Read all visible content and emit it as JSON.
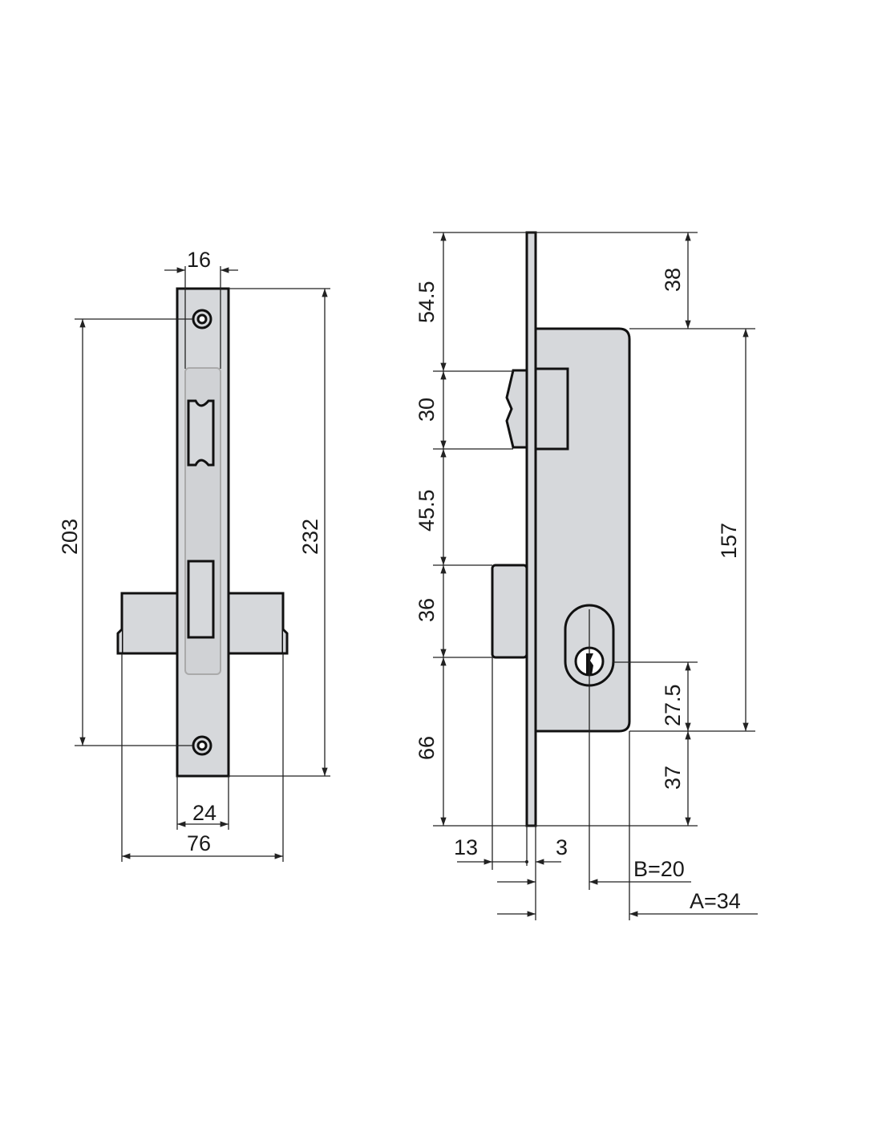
{
  "colors": {
    "body": "#d6d8db",
    "line": "#111111"
  },
  "front_view": {
    "width_top": "16",
    "hole_spacing": "203",
    "total_height": "232",
    "faceplate_width": "24",
    "overall_width": "76"
  },
  "side_view": {
    "top_to_latch": "54.5",
    "latch_height": "30",
    "latch_to_bolt": "45.5",
    "bolt_height": "36",
    "bolt_to_bottom": "66",
    "top_to_case": "38",
    "case_height": "157",
    "cylinder_to_case_bottom": "27.5",
    "case_bottom_to_end": "37",
    "bolt_projection": "13",
    "faceplate_thickness": "3",
    "backset_b": "B=20",
    "backset_a": "A=34"
  }
}
